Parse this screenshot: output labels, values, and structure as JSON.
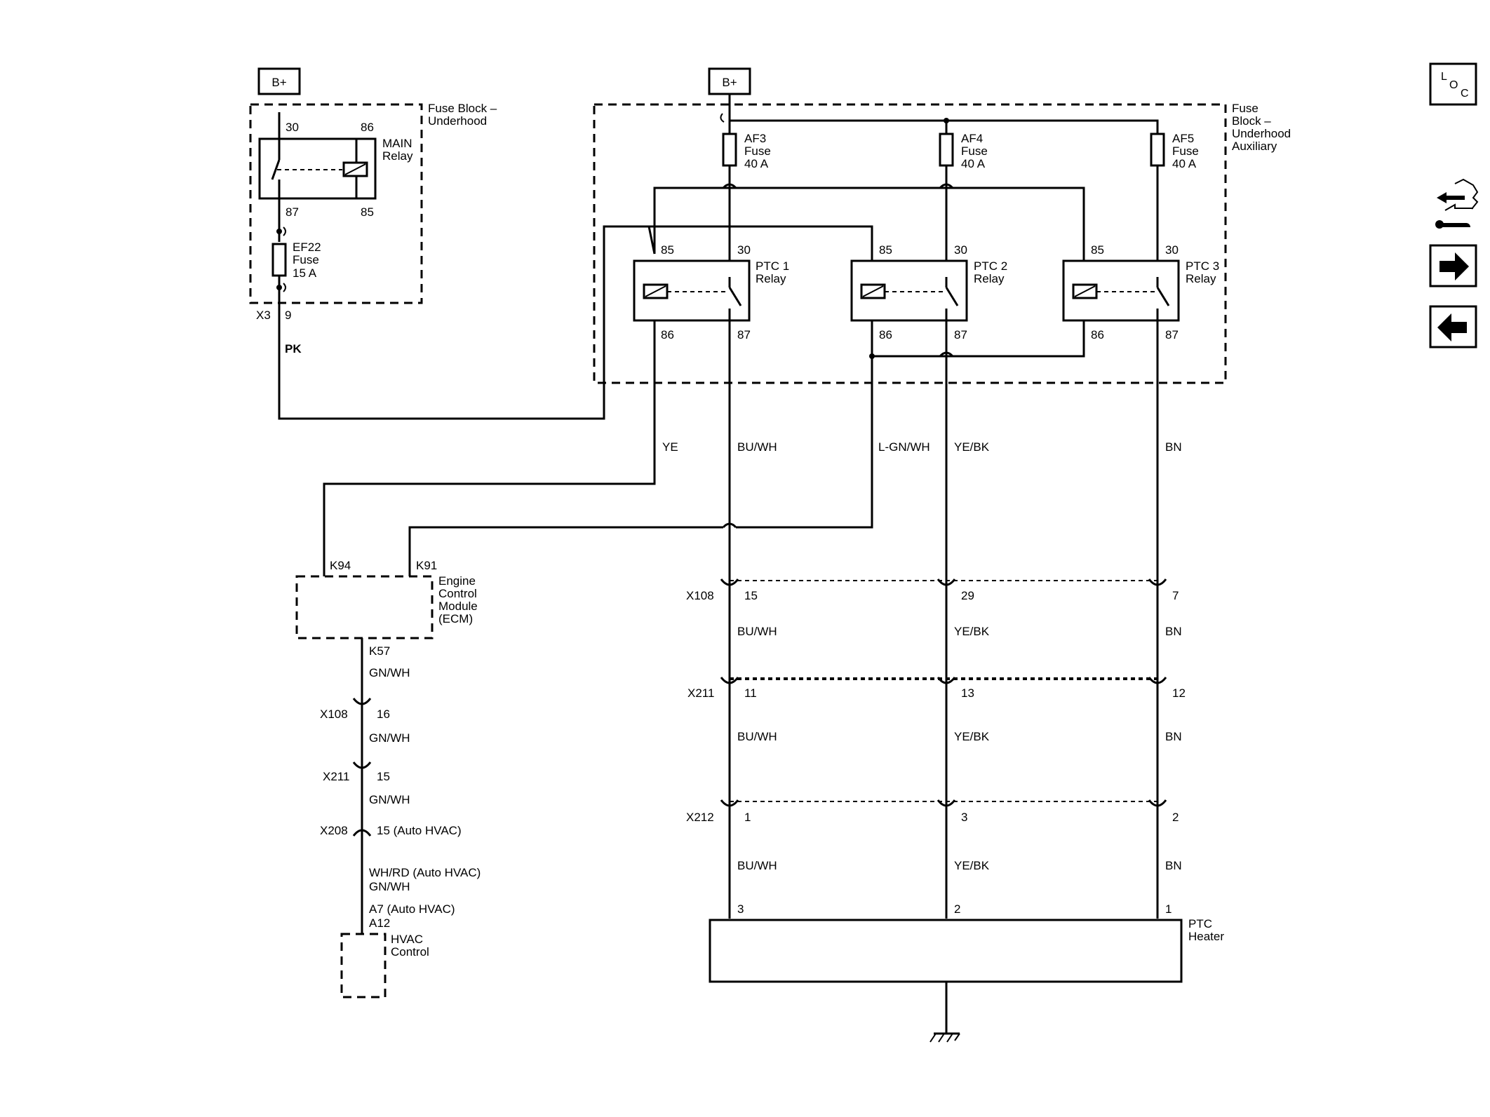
{
  "bplus": "B+",
  "fuse_block_main": [
    "Fuse Block –",
    "Underhood"
  ],
  "fuse_block_aux": [
    "Fuse",
    "Block –",
    "Underhood",
    "Auxiliary"
  ],
  "main_relay": {
    "name": [
      "MAIN",
      "Relay"
    ],
    "pins": [
      "30",
      "86",
      "87",
      "85"
    ]
  },
  "ef22": [
    "EF22",
    "Fuse",
    "15 A"
  ],
  "x3": {
    "conn": "X3",
    "pin": "9"
  },
  "pk_wire": "PK",
  "fuses": [
    {
      "name": "AF3",
      "type": "Fuse",
      "rating": "40 A"
    },
    {
      "name": "AF4",
      "type": "Fuse",
      "rating": "40 A"
    },
    {
      "name": "AF5",
      "type": "Fuse",
      "rating": "40 A"
    }
  ],
  "relays": [
    {
      "name": [
        "PTC 1",
        "Relay"
      ],
      "p85": "85",
      "p30": "30",
      "p86": "86",
      "p87": "87"
    },
    {
      "name": [
        "PTC 2",
        "Relay"
      ],
      "p85": "85",
      "p30": "30",
      "p86": "86",
      "p87": "87"
    },
    {
      "name": [
        "PTC 3",
        "Relay"
      ],
      "p85": "85",
      "p30": "30",
      "p86": "86",
      "p87": "87"
    }
  ],
  "wires_top": [
    "YE",
    "BU/WH",
    "L-GN/WH",
    "YE/BK",
    "BN"
  ],
  "ecm": {
    "pins": [
      "K94",
      "K91",
      "K57"
    ],
    "name": [
      "Engine",
      "Control",
      "Module",
      "(ECM)"
    ]
  },
  "left_chain": {
    "w1": "GN/WH",
    "x108": "X108",
    "x108_pin": "16",
    "w2": "GN/WH",
    "x211": "X211",
    "x211_pin": "15",
    "w3": "GN/WH",
    "x208": "X208",
    "x208_pin": "15 (Auto HVAC)",
    "w4a": "WH/RD (Auto HVAC)",
    "w4b": "GN/WH",
    "pin_a": "A7 (Auto HVAC)",
    "pin_b": "A12",
    "hvac": [
      "HVAC",
      "Control"
    ]
  },
  "connectors": [
    {
      "name": "X108",
      "pins": [
        "15",
        "29",
        "7"
      ],
      "wires": [
        "BU/WH",
        "YE/BK",
        "BN"
      ]
    },
    {
      "name": "X211",
      "pins": [
        "11",
        "13",
        "12"
      ],
      "wires": [
        "BU/WH",
        "YE/BK",
        "BN"
      ]
    },
    {
      "name": "X212",
      "pins": [
        "1",
        "3",
        "2"
      ],
      "wires": [
        "BU/WH",
        "YE/BK",
        "BN"
      ]
    }
  ],
  "heater": {
    "pins": [
      "3",
      "2",
      "1"
    ],
    "name": [
      "PTC",
      "Heater"
    ]
  },
  "nav": {
    "loc": [
      "L",
      "O",
      "C"
    ],
    "icons": [
      "component-view-icon",
      "next-page-icon",
      "previous-page-icon"
    ]
  }
}
